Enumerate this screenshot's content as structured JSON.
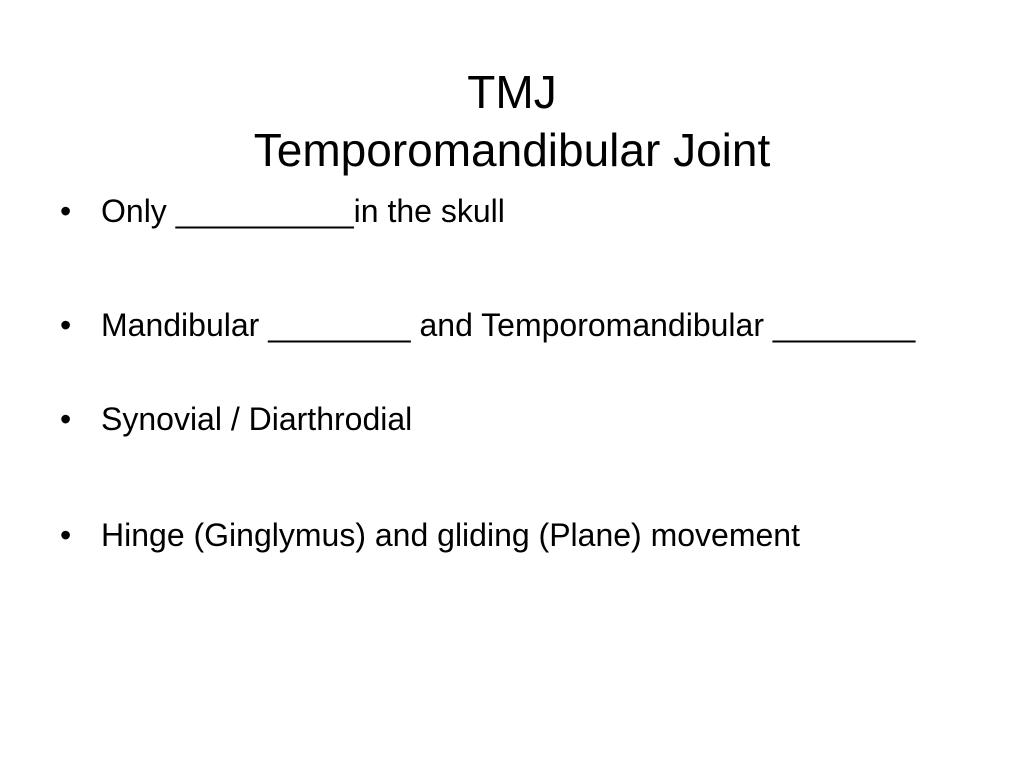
{
  "slide": {
    "title_line1": "TMJ",
    "title_line2": "Temporomandibular Joint",
    "bullet_symbol": "•",
    "bullets": [
      {
        "text": "Only __________in the skull"
      },
      {
        "text": "Mandibular ________ and Temporomandibular ________"
      },
      {
        "text": "Synovial / Diarthrodial"
      },
      {
        "text": "Hinge (Ginglymus) and gliding (Plane) movement"
      }
    ]
  }
}
